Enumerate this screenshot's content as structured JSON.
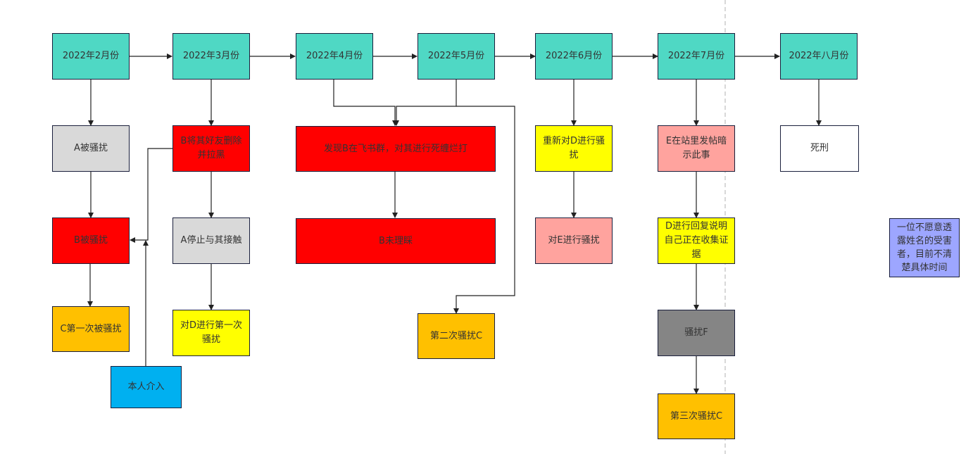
{
  "diagram": {
    "months": [
      {
        "label": "2022年2月份"
      },
      {
        "label": "2022年3月份"
      },
      {
        "label": "2022年4月份"
      },
      {
        "label": "2022年5月份"
      },
      {
        "label": "2022年6月份"
      },
      {
        "label": "2022年7月份"
      },
      {
        "label": "2022年八月份"
      }
    ],
    "events": {
      "a_harassed": "A被骚扰",
      "b_harassed": "B被骚扰",
      "c_first": "C第一次被骚扰",
      "self_intervene": "本人介入",
      "b_delete_block": "B将其好友删除并拉黑",
      "a_stop_contact": "A停止与其接触",
      "d_first": "对D进行第一次骚扰",
      "found_b_group": "发现B在飞书群，对其进行死缠烂打",
      "b_ignore": "B未理睬",
      "c_second": "第二次骚扰C",
      "d_again": "重新对D进行骚扰",
      "e_harassed": "对E进行骚扰",
      "e_post": "E在站里发帖暗示此事",
      "d_reply": "D进行回复说明自己正在收集证据",
      "f_harassed": "骚扰F",
      "c_third": "第三次骚扰C",
      "death_penalty": "死刑",
      "anonymous_victim": "一位不愿意透露姓名的受害者，目前不清楚具体时间"
    },
    "colors": {
      "month": "#4fd8c4",
      "gray": "#d9d9d9",
      "red": "#ff0000",
      "orange": "#ffc000",
      "yellow": "#ffff00",
      "blue": "#00b0f0",
      "pink": "#ffa39e",
      "dark_gray": "#858585",
      "lavender": "#9da6ff"
    }
  }
}
